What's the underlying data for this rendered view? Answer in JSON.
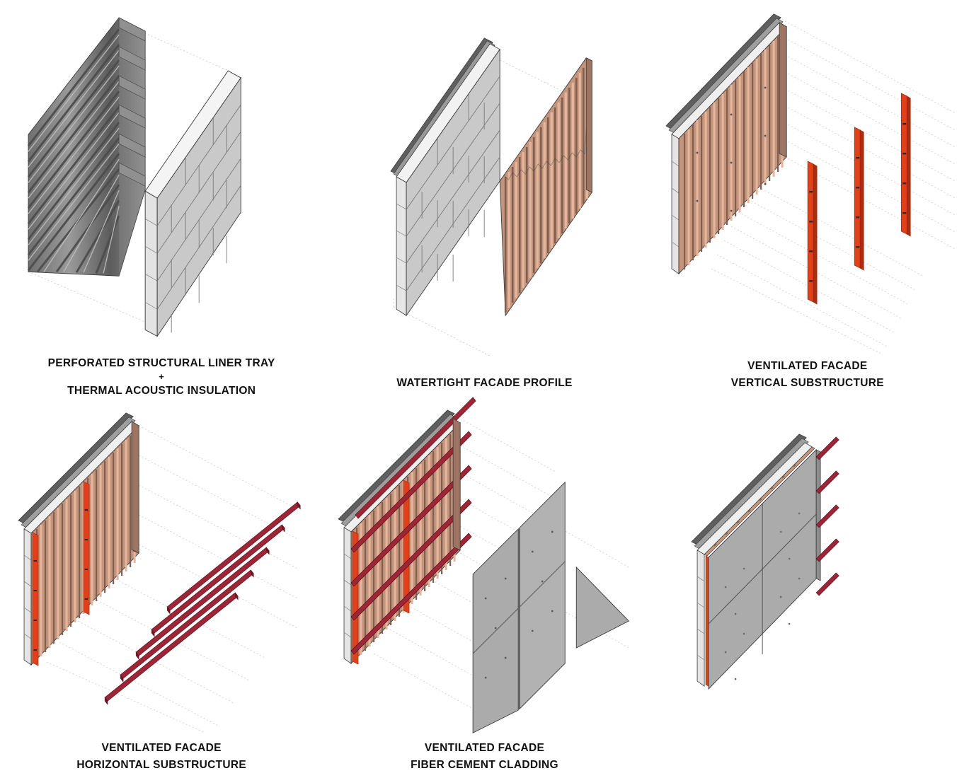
{
  "document": {
    "title": "Ventilated Facade Assembly Sequence",
    "background_color": "#ffffff",
    "layout": "3 columns x 2 rows of axonometric exploded wall assembly diagrams"
  },
  "palette": {
    "liner_tray_dark": "#7d7d7d",
    "liner_tray_groove": "#4d4d4d",
    "liner_tray_light": "#a8a8a8",
    "block_wall_face": "#c9c9c9",
    "block_wall_edge": "#e8e8e8",
    "block_joint_line": "#6e6e6e",
    "facade_profile_light": "#dcab92",
    "facade_profile_mid": "#b88870",
    "facade_profile_dark": "#7f5f50",
    "vertical_rail_red": "#e0401a",
    "vertical_rail_shade": "#a82d11",
    "horizontal_rail_red": "#9c2636",
    "horizontal_rail_shade": "#6e1624",
    "fiber_cement_panel": "#ababab",
    "fiber_cement_panel_dark": "#9a9a9a",
    "projection_line": "#cfcfcf",
    "outline": "#3a3a3a",
    "caption_text": "#111111"
  },
  "panels": [
    {
      "id": "panel-1",
      "index": 1,
      "caption": {
        "line1": "PERFORATED STRUCTURAL LINER TRAY",
        "plus": "+",
        "line2": "THERMAL ACOUSTIC INSULATION"
      },
      "components": [
        "perforated structural liner tray (dark grey corrugated panel, left)",
        "thermal acoustic insulation / block wall (light grey, right)",
        "dotted projection lines"
      ]
    },
    {
      "id": "panel-2",
      "index": 2,
      "caption": {
        "line1": "WATERTIGHT FACADE PROFILE",
        "plus": "",
        "line2": ""
      },
      "components": [
        "insulated block wall (light grey, left)",
        "watertight facade profile (copper corrugated sheet, right)",
        "dotted projection lines"
      ]
    },
    {
      "id": "panel-3",
      "index": 3,
      "caption": {
        "line1": "VENTILATED FACADE",
        "plus": "",
        "line2": "VERTICAL SUBSTRUCTURE"
      },
      "components": [
        "assembled wall with watertight facade profile",
        "3 red vertical substructure rails exploded right",
        "dotted projection lines"
      ],
      "counts": {
        "vertical_rails": 3
      }
    },
    {
      "id": "panel-4",
      "index": 4,
      "caption": {
        "line1": "VENTILATED FACADE",
        "plus": "",
        "line2": "HORIZONTAL SUBSTRUCTURE"
      },
      "components": [
        "wall with vertical red rails fitted",
        "5 dark red horizontal substructure rails exploded right",
        "dotted projection lines"
      ],
      "counts": {
        "vertical_rails": 3,
        "horizontal_rails": 5
      }
    },
    {
      "id": "panel-5",
      "index": 5,
      "caption": {
        "line1": "VENTILATED FACADE",
        "plus": "",
        "line2": "FIBER CEMENT  CLADDING"
      },
      "components": [
        "wall with vertical and horizontal substructure",
        "grey fiber cement cladding panels exploded right",
        "single triangular fiber cement panel at far right",
        "dotted projection lines"
      ],
      "counts": {
        "vertical_rails": 3,
        "horizontal_rails": 5,
        "cladding_panels": 4,
        "corner_panel": 1
      }
    },
    {
      "id": "panel-6",
      "index": 6,
      "caption": {
        "line1": "",
        "plus": "",
        "line2": ""
      },
      "components": [
        "completed ventilated facade assembly",
        "fiber cement cladding installed over substructure",
        "red rail ends visible at right edge"
      ],
      "counts": {
        "horizontal_rail_ends": 5
      }
    }
  ]
}
